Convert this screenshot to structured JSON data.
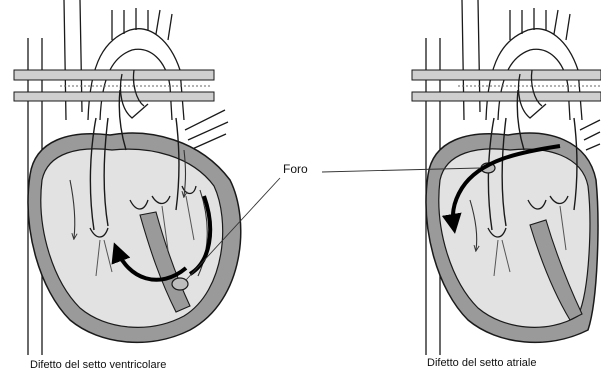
{
  "labels": {
    "hole": "Foro",
    "left_caption": "Difetto del setto ventricolare",
    "right_caption": "Difetto del setto atriale"
  },
  "colors": {
    "wall": "#9a9a9a",
    "chamber": "#e2e2e2",
    "outline": "#1a1a1a",
    "arrow": "#000000",
    "background": "#ffffff"
  },
  "diagrams": [
    {
      "id": "ventricular-septal-defect",
      "caption_key": "labels.left_caption",
      "defect": "ventricular septum",
      "flow_arrow": "curved arrow from left ventricle through septal hole into right ventricle"
    },
    {
      "id": "atrial-septal-defect",
      "caption_key": "labels.right_caption",
      "defect": "atrial septum",
      "flow_arrow": "curved arrow from left atrium through septal hole into right atrium"
    }
  ]
}
